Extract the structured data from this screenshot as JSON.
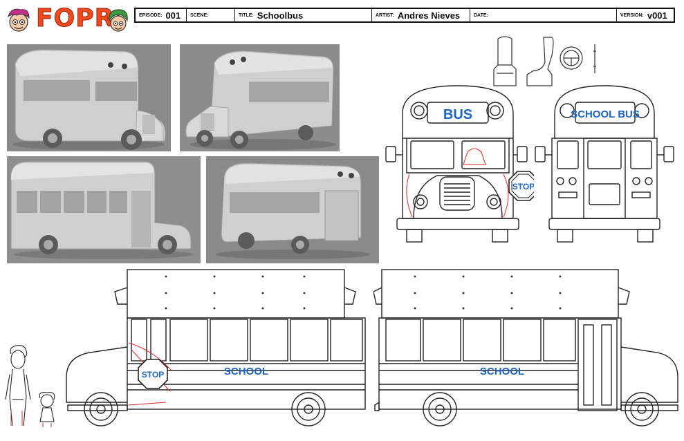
{
  "logo": {
    "text": "FOPR"
  },
  "header": {
    "episode": {
      "label": "EPISODE:",
      "value": "001"
    },
    "scene": {
      "label": "SCENE:",
      "value": ""
    },
    "title": {
      "label": "TITLE:",
      "value": "Schoolbus"
    },
    "artist": {
      "label": "ARTIST:",
      "value": "Andres Nieves"
    },
    "date": {
      "label": "DATE:",
      "value": ""
    },
    "version": {
      "label": "VERSION:",
      "value": "v001"
    }
  },
  "front_view": {
    "sign": "BUS",
    "stop_sign": "STOP"
  },
  "back_view": {
    "sign": "SCHOOL BUS"
  },
  "side_left": {
    "side_text": "SCHOOL",
    "stop_sign": "STOP"
  },
  "side_right": {
    "side_text": "SCHOOL"
  },
  "colors": {
    "logo": "#f04a1c",
    "lettering": "#1c63c4",
    "render_bg": "#8d8d8d",
    "construction_lines": "#d22"
  }
}
